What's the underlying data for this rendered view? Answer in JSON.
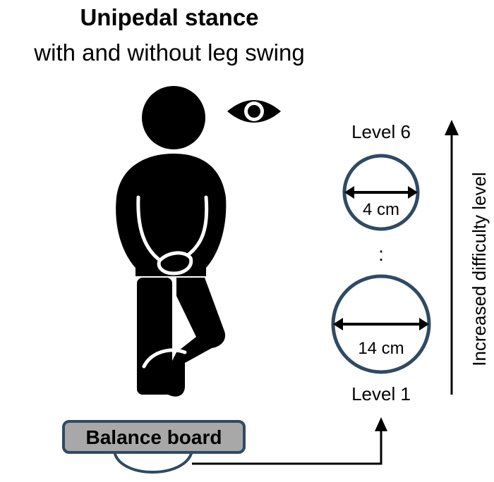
{
  "title": "Unipedal stance",
  "subtitle": "with and without leg swing",
  "levels": {
    "top_label": "Level 6",
    "top_diameter": "4 cm",
    "ellipsis": ":",
    "bottom_diameter": "14 cm",
    "bottom_label": "Level 1"
  },
  "difficulty_axis_label": "Increased difficulty level",
  "balance_board_label": "Balance board",
  "icons": [
    "standing-person-icon",
    "eye-icon"
  ],
  "colors": {
    "circle_stroke": "#2f4a63",
    "board_fill": "#a8a8a8",
    "board_stroke": "#2f4a63"
  }
}
